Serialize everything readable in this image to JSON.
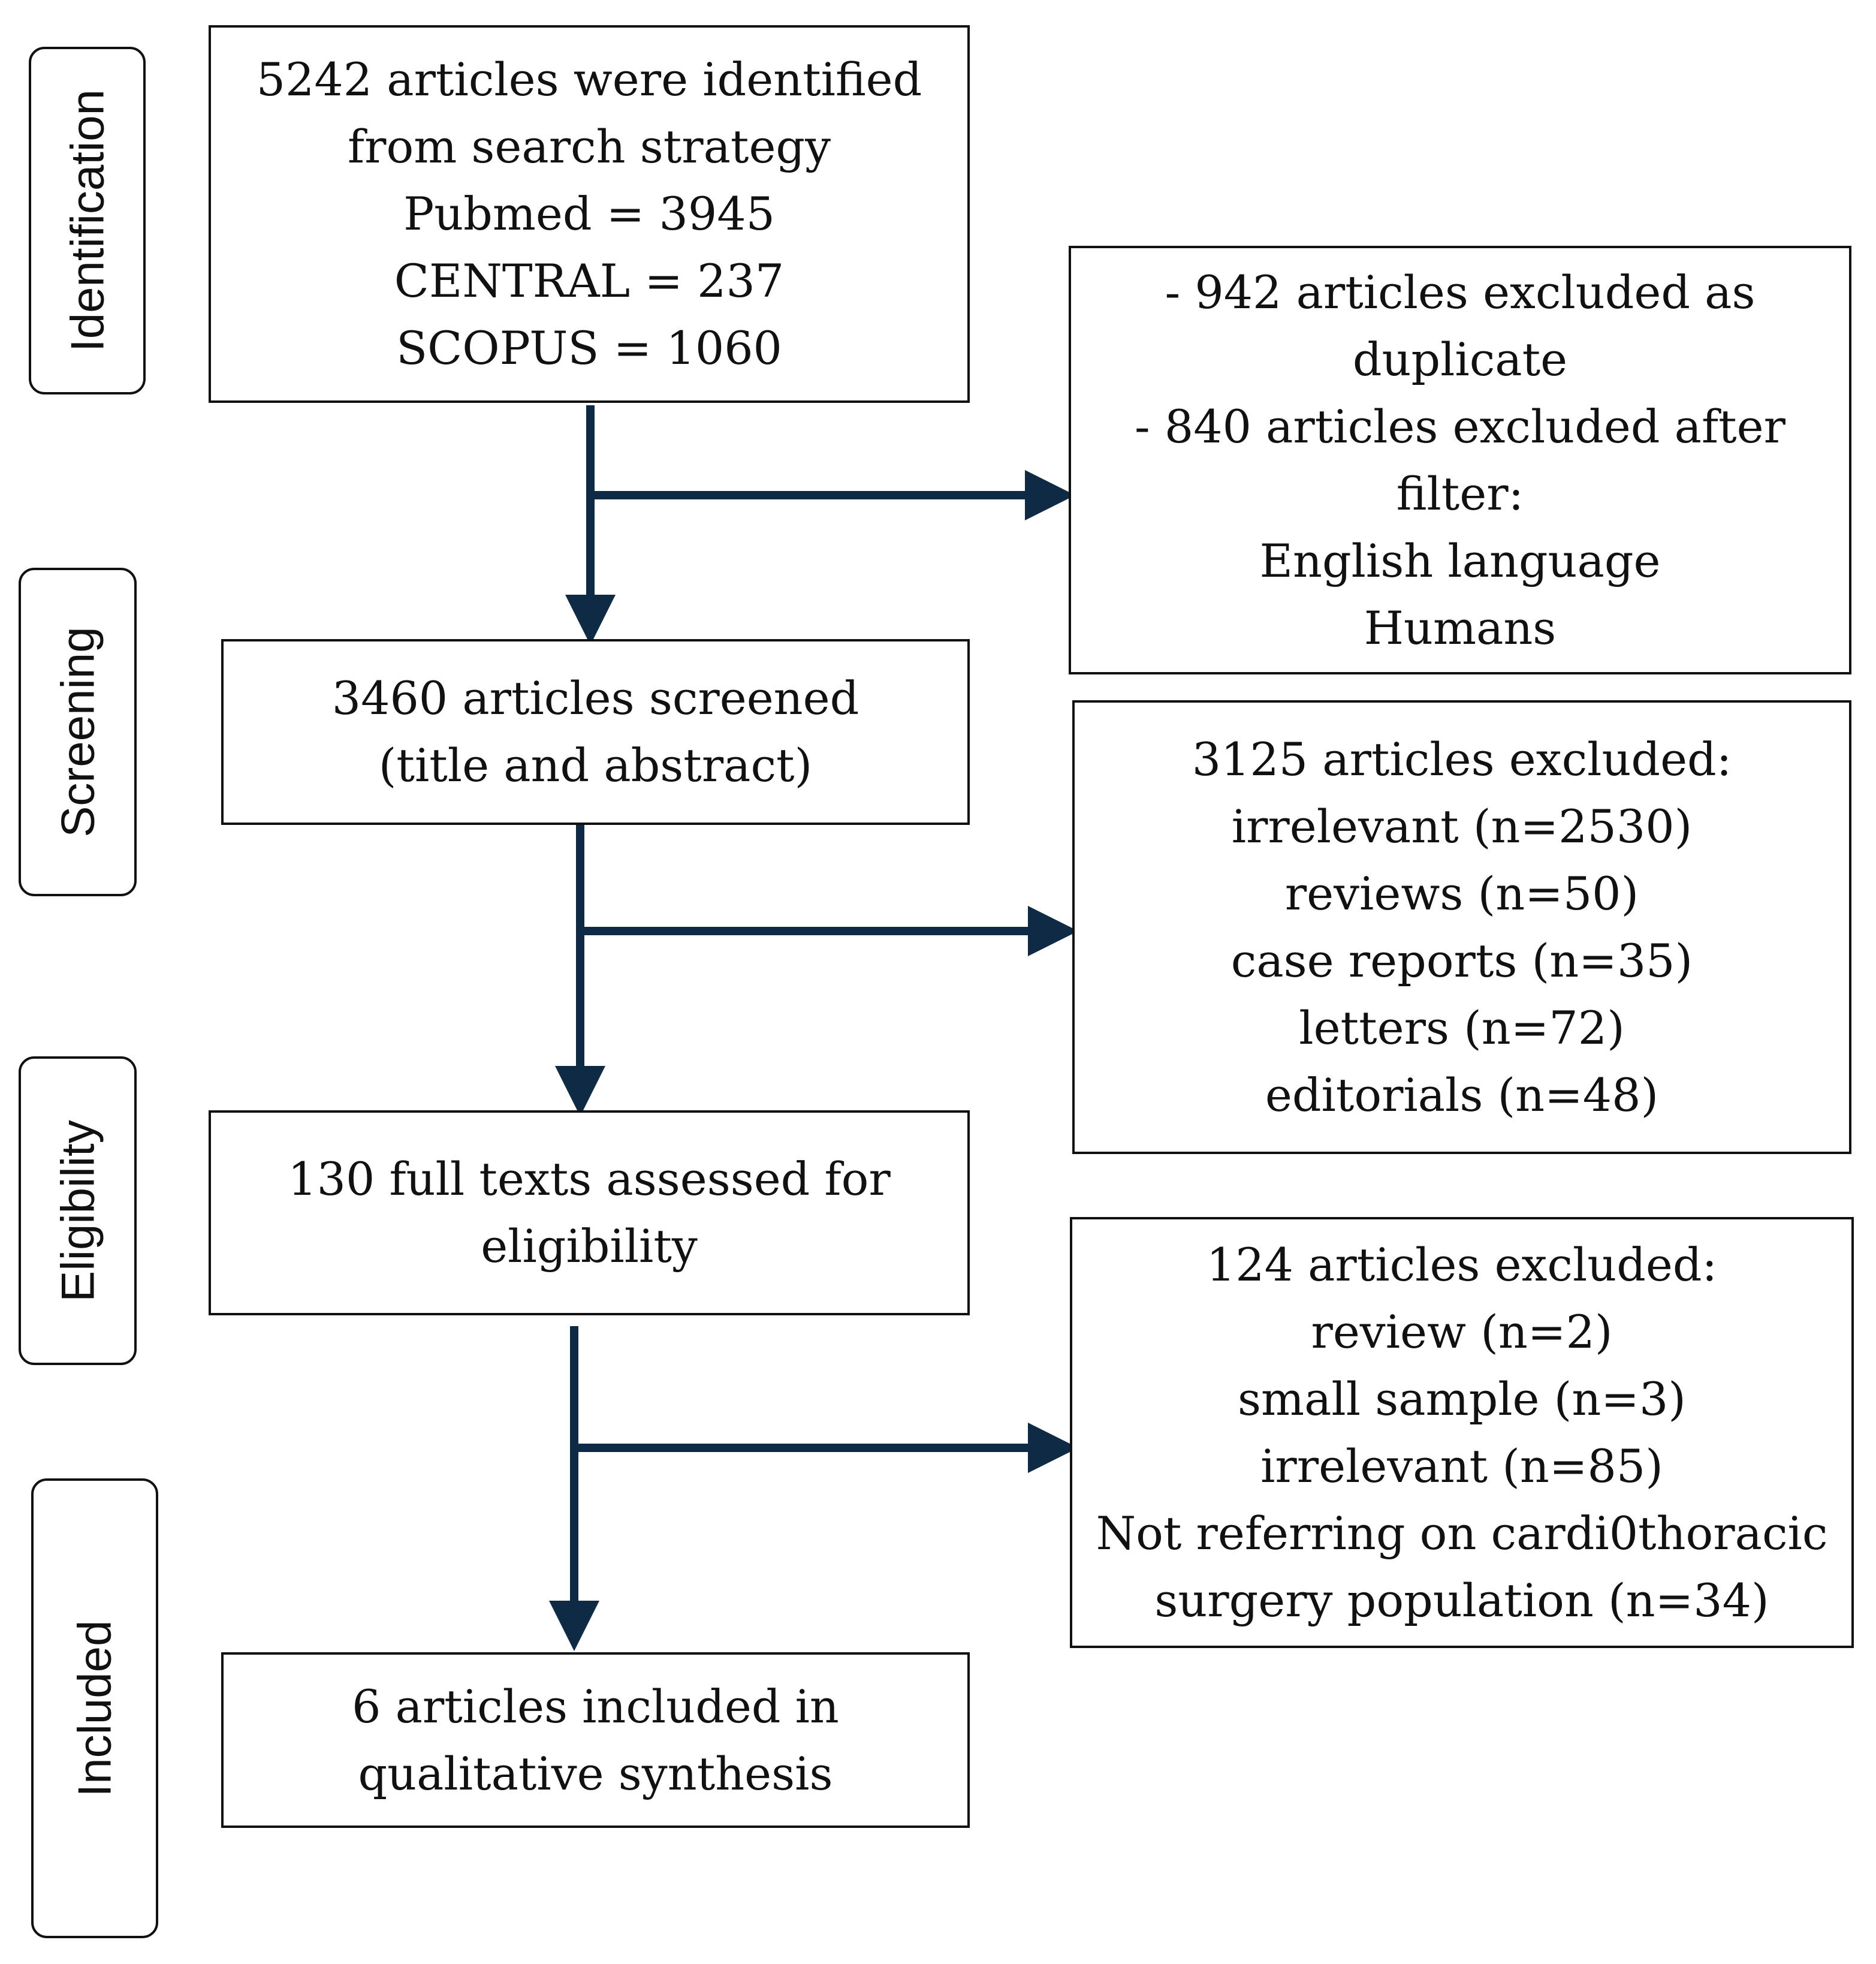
{
  "stages": {
    "identification": "Identification",
    "screening": "Screening",
    "eligibility": "Eligibility",
    "included": "Included"
  },
  "boxes": {
    "identified": {
      "lines": [
        "5242 articles were identified",
        "from search strategy",
        "Pubmed = 3945",
        "CENTRAL = 237",
        "SCOPUS = 1060"
      ]
    },
    "excluded_duplicates": {
      "lines": [
        "-  942 articles excluded as",
        "duplicate",
        "- 840 articles excluded after",
        "filter:",
        "English language",
        "Humans"
      ]
    },
    "screened": {
      "lines": [
        "3460 articles screened",
        "(title and abstract)"
      ]
    },
    "excluded_screening": {
      "lines": [
        "3125 articles excluded:",
        "irrelevant (n=2530)",
        "reviews (n=50)",
        "case reports (n=35)",
        "letters (n=72)",
        "editorials (n=48)"
      ]
    },
    "full_texts": {
      "lines": [
        "130 full texts assessed for",
        "eligibility"
      ]
    },
    "excluded_eligibility": {
      "lines": [
        "124 articles excluded:",
        "review (n=2)",
        "small sample (n=3)",
        "irrelevant (n=85)",
        "Not referring on cardi0thoracic",
        "surgery population (n=34)"
      ]
    },
    "included": {
      "lines": [
        "6 articles included in",
        "qualitative synthesis"
      ]
    }
  },
  "colors": {
    "arrow": "#0f2a44",
    "border": "#111111"
  }
}
